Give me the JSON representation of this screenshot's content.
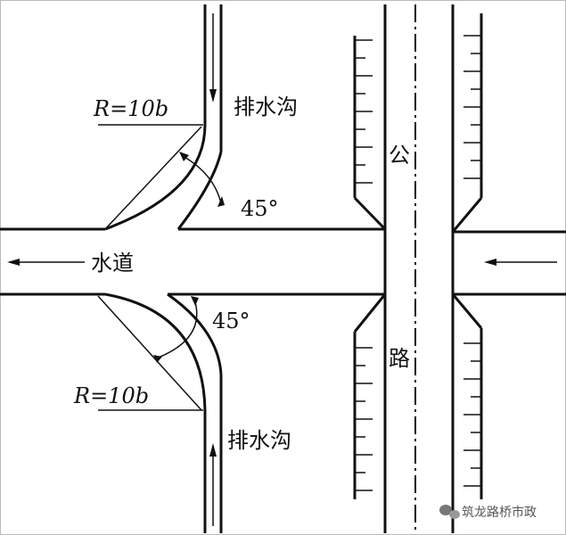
{
  "labels": {
    "drain_top": "排水沟",
    "drain_bottom": "排水沟",
    "radius_top": "R=10b",
    "radius_bottom": "R=10b",
    "angle_top": "45°",
    "angle_bottom": "45°",
    "waterway": "水道",
    "road_char_1": "公",
    "road_char_2": "路"
  },
  "watermark": "筑龙路桥市政",
  "colors": {
    "line": "#111111",
    "background": "#ffffff"
  }
}
